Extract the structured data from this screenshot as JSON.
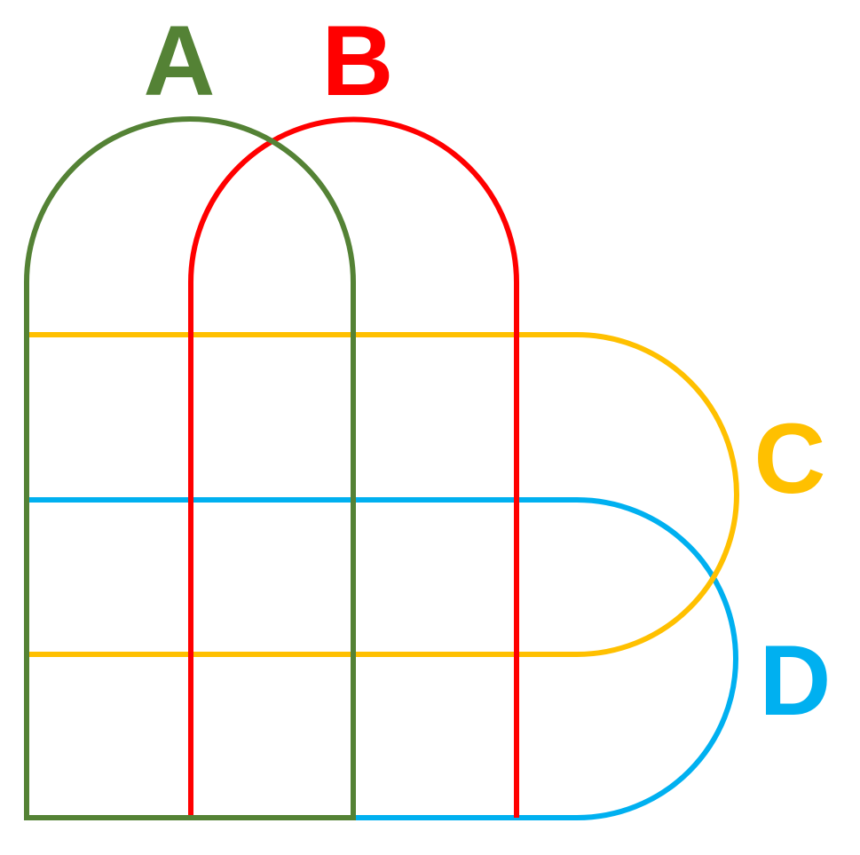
{
  "diagram": {
    "sets": [
      {
        "id": "A",
        "label": "A",
        "color": "#548235"
      },
      {
        "id": "B",
        "label": "B",
        "color": "#FF0000"
      },
      {
        "id": "C",
        "label": "C",
        "color": "#FFC000"
      },
      {
        "id": "D",
        "label": "D",
        "color": "#00B0F0"
      }
    ]
  }
}
